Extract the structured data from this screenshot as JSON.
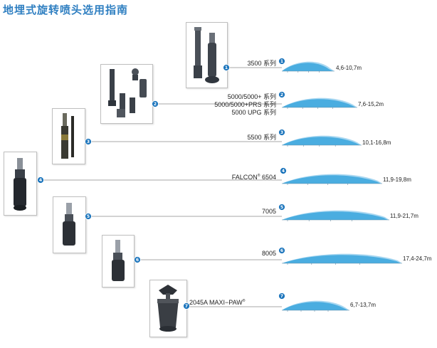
{
  "title": "地埋式旋转喷头选用指南",
  "colors": {
    "accent": "#2f7fc1",
    "badge": "#1c75bc",
    "spray": "#3aa6dd",
    "spray_light": "#9fd3ef",
    "line": "#8a8a8a"
  },
  "models": [
    {
      "num": "1",
      "name": "3500 系列",
      "range": "4,6-10,7m"
    },
    {
      "num": "2",
      "name_lines": [
        "5000/5000+ 系列",
        "5000/5000+PRS 系列",
        "5000 UPG 系列"
      ],
      "range": "7,6-15,2m"
    },
    {
      "num": "3",
      "name": "5500 系列",
      "range": "10,1-16,8m"
    },
    {
      "num": "4",
      "name": "FALCON",
      "name_mark": "®",
      "name_suffix": " 6504",
      "range": "11,9-19,8m"
    },
    {
      "num": "5",
      "name": "7005",
      "range": "11,9-21,7m"
    },
    {
      "num": "6",
      "name": "8005",
      "range": "17,4-24,7m"
    },
    {
      "num": "7",
      "name": "2045A MAXI−PAW",
      "name_mark": "®",
      "range": "6,7-13,7m"
    }
  ]
}
